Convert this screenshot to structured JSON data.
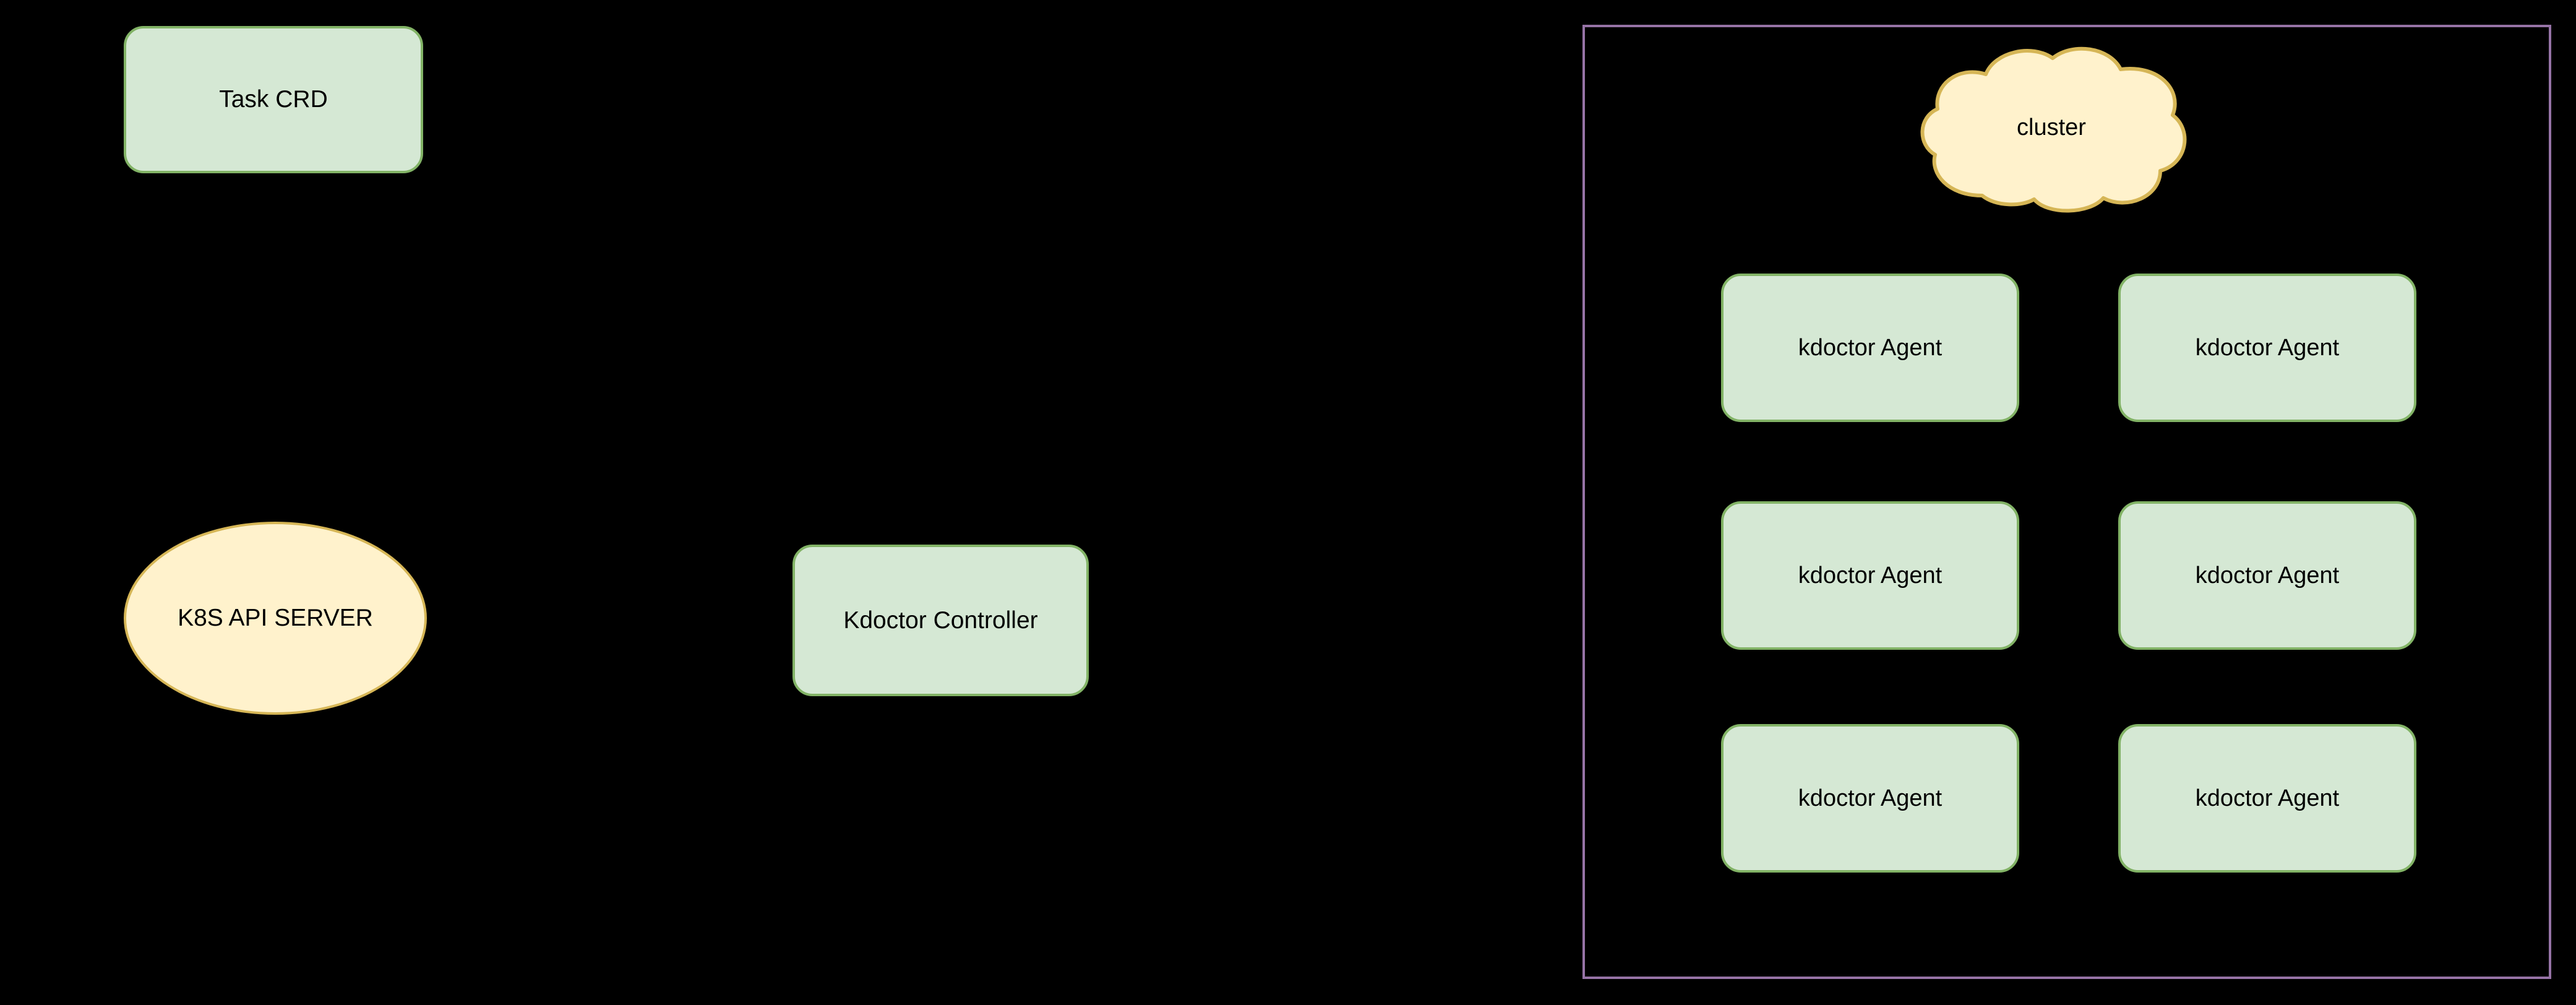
{
  "diagram": {
    "background_color": "#000000",
    "palette": {
      "node_fill_green": "#d5e8d4",
      "node_stroke_green": "#82b366",
      "node_fill_yellow": "#fff2cc",
      "node_stroke_yellow": "#d6b656",
      "group_stroke_purple": "#9673a6",
      "text_color": "#000000"
    },
    "nodes": {
      "task_crd": {
        "label": "Task CRD",
        "shape": "rounded-rectangle"
      },
      "k8s_api_server": {
        "label": "K8S API SERVER",
        "shape": "ellipse"
      },
      "kdoctor_controller": {
        "label": "Kdoctor Controller",
        "shape": "rounded-rectangle"
      },
      "cluster": {
        "label": "cluster",
        "shape": "cloud"
      }
    },
    "cluster_group": {
      "shape": "rectangle",
      "agents": [
        {
          "label": "kdoctor Agent"
        },
        {
          "label": "kdoctor Agent"
        },
        {
          "label": "kdoctor Agent"
        },
        {
          "label": "kdoctor Agent"
        },
        {
          "label": "kdoctor Agent"
        },
        {
          "label": "kdoctor Agent"
        }
      ]
    }
  }
}
